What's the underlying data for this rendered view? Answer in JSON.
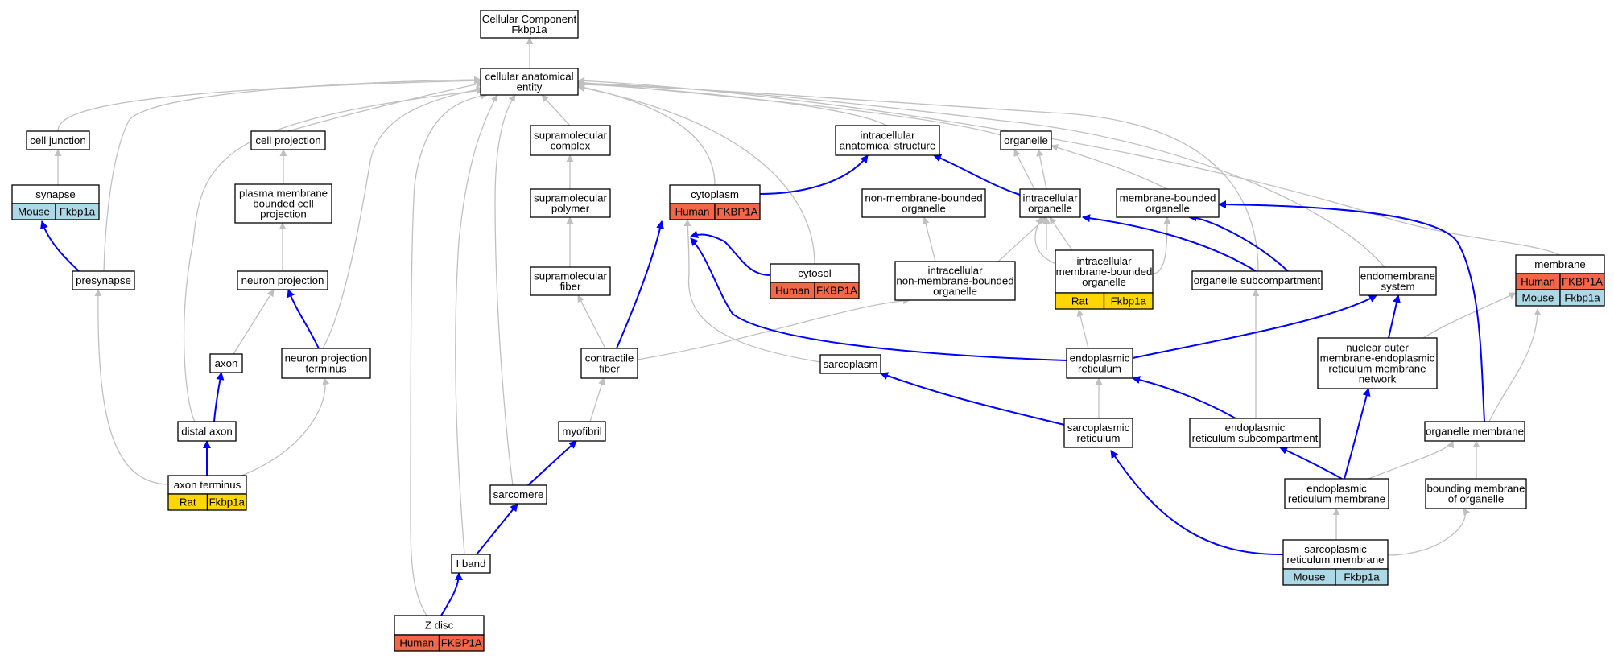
{
  "colors": {
    "human": "#f26649",
    "mouse": "#add8e6",
    "rat": "#ffd700",
    "is_a_edge": "#c0c0c0",
    "part_of_edge": "#0000ff"
  },
  "nodes": {
    "root": [
      "Cellular Component",
      "Fkbp1a"
    ],
    "cae": [
      "cellular anatomical",
      "entity"
    ],
    "cell_junction": [
      "cell junction"
    ],
    "cell_projection": [
      "cell projection"
    ],
    "supramolecular_complex": [
      "supramolecular",
      "complex"
    ],
    "ias": [
      "intracellular",
      "anatomical structure"
    ],
    "organelle": [
      "organelle"
    ],
    "synapse": [
      "synapse"
    ],
    "pmbcp": [
      "plasma membrane",
      "bounded cell",
      "projection"
    ],
    "supramolecular_polymer": [
      "supramolecular",
      "polymer"
    ],
    "cytoplasm": [
      "cytoplasm"
    ],
    "nmbo": [
      "non-membrane-bounded",
      "organelle"
    ],
    "intracellular_organelle": [
      "intracellular",
      "organelle"
    ],
    "mbo": [
      "membrane-bounded",
      "organelle"
    ],
    "membrane": [
      "membrane"
    ],
    "presynapse": [
      "presynapse"
    ],
    "neuron_projection": [
      "neuron projection"
    ],
    "supramolecular_fiber": [
      "supramolecular",
      "fiber"
    ],
    "cytosol": [
      "cytosol"
    ],
    "inmbo": [
      "intracellular",
      "non-membrane-bounded",
      "organelle"
    ],
    "imbo": [
      "intracellular",
      "membrane-bounded",
      "organelle"
    ],
    "organelle_subcompartment": [
      "organelle subcompartment"
    ],
    "endomembrane": [
      "endomembrane",
      "system"
    ],
    "axon": [
      "axon"
    ],
    "npt": [
      "neuron projection",
      "terminus"
    ],
    "contractile_fiber": [
      "contractile",
      "fiber"
    ],
    "sarcoplasm": [
      "sarcoplasm"
    ],
    "er": [
      "endoplasmic",
      "reticulum"
    ],
    "nuclear_outer": [
      "nuclear outer",
      "membrane-endoplasmic",
      "reticulum membrane",
      "network"
    ],
    "distal_axon": [
      "distal axon"
    ],
    "myofibril": [
      "myofibril"
    ],
    "sr": [
      "sarcoplasmic",
      "reticulum"
    ],
    "er_sub": [
      "endoplasmic",
      "reticulum subcompartment"
    ],
    "organelle_membrane": [
      "organelle membrane"
    ],
    "axon_terminus": [
      "axon terminus"
    ],
    "sarcomere": [
      "sarcomere"
    ],
    "er_membrane": [
      "endoplasmic",
      "reticulum membrane"
    ],
    "bmo": [
      "bounding membrane",
      "of organelle"
    ],
    "i_band": [
      "I band"
    ],
    "srm": [
      "sarcoplasmic",
      "reticulum membrane"
    ],
    "z_disc": [
      "Z disc"
    ]
  },
  "annotations": {
    "synapse": [
      [
        "Mouse",
        "Fkbp1a"
      ]
    ],
    "cytoplasm": [
      [
        "Human",
        "FKBP1A"
      ]
    ],
    "cytosol": [
      [
        "Human",
        "FKBP1A"
      ]
    ],
    "imbo": [
      [
        "Rat",
        "Fkbp1a"
      ]
    ],
    "membrane": [
      [
        "Human",
        "FKBP1A"
      ],
      [
        "Mouse",
        "Fkbp1a"
      ]
    ],
    "axon_terminus": [
      [
        "Rat",
        "Fkbp1a"
      ]
    ],
    "srm": [
      [
        "Mouse",
        "Fkbp1a"
      ]
    ],
    "z_disc": [
      [
        "Human",
        "FKBP1A"
      ]
    ]
  }
}
